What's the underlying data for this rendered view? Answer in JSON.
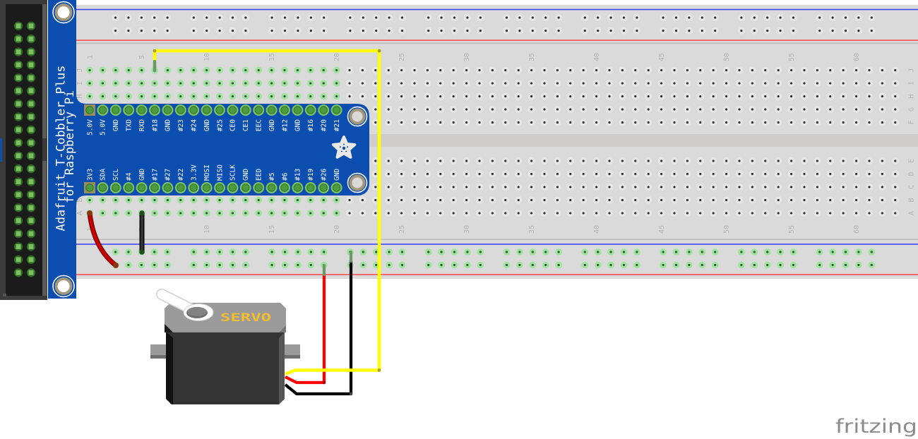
{
  "app": {
    "logo": "fritzing"
  },
  "gpio_header": {
    "pin_count": 40,
    "columns": 2,
    "pin_color": "#7bbf5e"
  },
  "breadboard": {
    "columns": 63,
    "row_labels": [
      "J",
      "I",
      "H",
      "G",
      "F",
      "E",
      "D",
      "C",
      "B",
      "A"
    ],
    "column_labels": [
      "1",
      "5",
      "10",
      "15",
      "20",
      "25",
      "30",
      "35",
      "40",
      "45",
      "50",
      "55",
      "60"
    ],
    "highlighted_columns": [
      1,
      20
    ],
    "power_rails": {
      "groups_per_row": 10,
      "holes_per_group": 5,
      "top_highlighted": false,
      "bottom_highlighted": true
    },
    "colors": {
      "body": "#dadada",
      "channel": "#cfcdcb",
      "rail_positive_line": "#ff4444",
      "rail_negative_line": "#3b3bff"
    }
  },
  "cobbler": {
    "title": [
      "Adafruit T-Cobbler Plus",
      "for Raspberry Pi"
    ],
    "top_row_pins": [
      "5.0V",
      "5.0V",
      "GND",
      "TXD",
      "RXD",
      "#18",
      "GND",
      "#23",
      "#24",
      "GND",
      "#25",
      "CE0",
      "CE1",
      "EEC",
      "GND",
      "#12",
      "GND",
      "#16",
      "#20",
      "#21"
    ],
    "bottom_row_pins": [
      "3V3",
      "SDA",
      "SCL",
      "#4",
      "GND",
      "#17",
      "#27",
      "#22",
      "3.3V",
      "MOSI",
      "MISO",
      "SCLK",
      "GND",
      "EED",
      "#5",
      "#6",
      "#13",
      "#19",
      "#26",
      "GND"
    ],
    "board_color": "#0c4eb0"
  },
  "servo": {
    "label": "SERVO",
    "label_color": "#f5be2e"
  },
  "wires": [
    {
      "name": "signal-wire",
      "color": "#ffff00",
      "from": "#18 (row J, column 6)",
      "to": "servo signal"
    },
    {
      "name": "servo-power-wire",
      "color": "#ff0000",
      "from": "bottom power rail (+)",
      "to": "servo power"
    },
    {
      "name": "servo-ground-wire",
      "color": "#000000",
      "from": "bottom power rail (-)",
      "to": "servo ground"
    },
    {
      "name": "jumper-3v3",
      "color": "#c80000",
      "from": "3V3 (row A, column 1)",
      "to": "bottom power rail (+)"
    },
    {
      "name": "jumper-gnd",
      "color": "#333333",
      "from": "GND (row A, column 5)",
      "to": "bottom power rail (-)"
    }
  ]
}
